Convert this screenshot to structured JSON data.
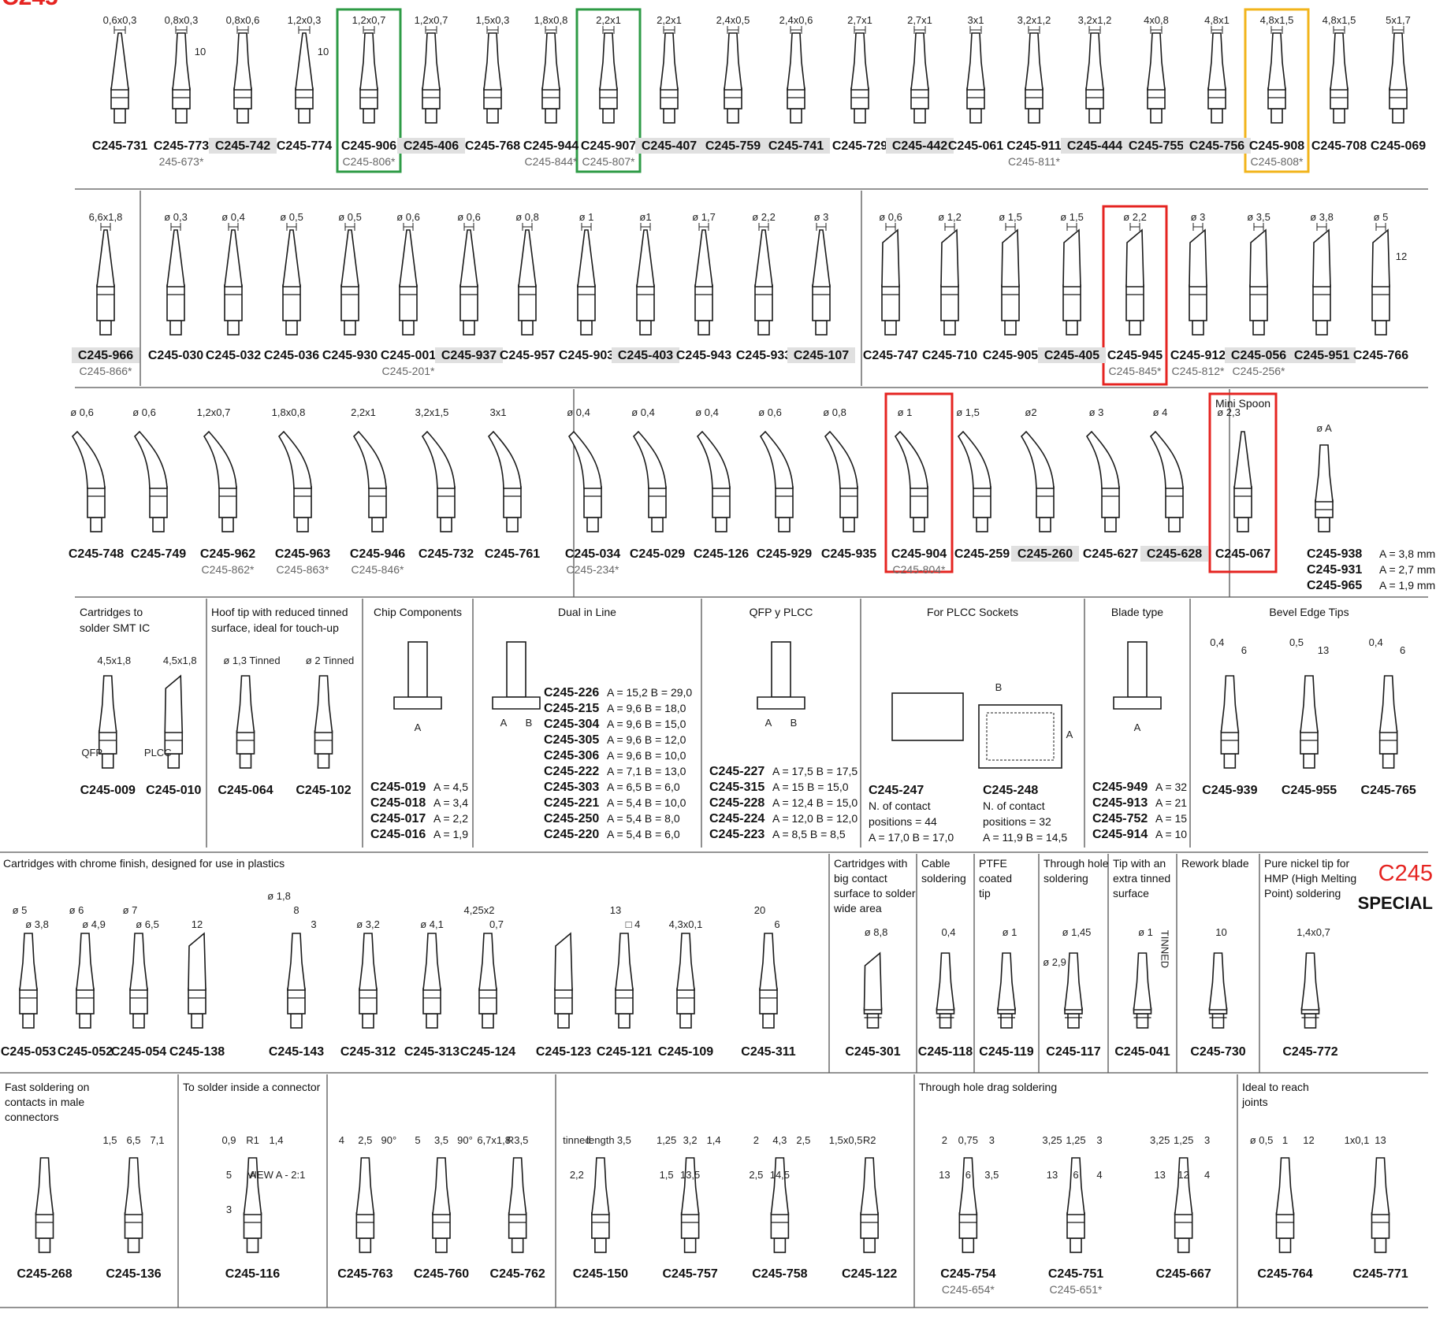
{
  "brand": {
    "code": "C245",
    "subtitle": "SPECIAL",
    "accent": "#e52421"
  },
  "colors": {
    "green_box": "#2e9b46",
    "red_box": "#e52421",
    "yellow_box": "#f2b41b",
    "code_highlight": "#e0e0e0"
  },
  "rows": [
    {
      "items": [
        {
          "code": "C245-731",
          "dim": "0,6x0,3"
        },
        {
          "code": "C245-773",
          "alt": "245-673*",
          "dim": "0,8x0,3",
          "side": "10"
        },
        {
          "code": "C245-742",
          "hl": true,
          "dim": "0,8x0,6"
        },
        {
          "code": "C245-774",
          "dim": "1,2x0,3",
          "side": "10"
        },
        {
          "code": "C245-906",
          "alt": "C245-806*",
          "dim": "1,2x0,7",
          "box": "green"
        },
        {
          "code": "C245-406",
          "hl": true,
          "dim": "1,2x0,7"
        },
        {
          "code": "C245-768",
          "dim": "1,5x0,3"
        },
        {
          "code": "C245-944",
          "alt": "C245-844*",
          "dim": "1,8x0,8"
        },
        {
          "code": "C245-907",
          "alt": "C245-807*",
          "dim": "2,2x1",
          "box": "green"
        },
        {
          "code": "C245-407",
          "hl": true,
          "dim": "2,2x1"
        },
        {
          "code": "C245-759",
          "hl": true,
          "dim": "2,4x0,5"
        },
        {
          "code": "C245-741",
          "hl": true,
          "dim": "2,4x0,6"
        },
        {
          "code": "C245-729",
          "dim": "2,7x1"
        },
        {
          "code": "C245-442",
          "hl": true,
          "dim": "2,7x1"
        },
        {
          "code": "C245-061",
          "dim": "3x1"
        },
        {
          "code": "C245-911",
          "alt": "C245-811*",
          "dim": "3,2x1,2"
        },
        {
          "code": "C245-444",
          "hl": true,
          "dim": "3,2x1,2"
        },
        {
          "code": "C245-755",
          "hl": true,
          "dim": "4x0,8"
        },
        {
          "code": "C245-756",
          "hl": true,
          "dim": "4,8x1"
        },
        {
          "code": "C245-908",
          "alt": "C245-808*",
          "dim": "4,8x1,5",
          "box": "yellow"
        },
        {
          "code": "C245-708",
          "dim": "4,8x1,5"
        },
        {
          "code": "C245-069",
          "dim": "5x1,7"
        }
      ]
    },
    {
      "items": [
        {
          "code": "C245-966",
          "alt": "C245-866*",
          "hl": true,
          "dim": "6,6x1,8"
        },
        {
          "code": "C245-030",
          "dim": "ø 0,3"
        },
        {
          "code": "C245-032",
          "dim": "ø 0,4"
        },
        {
          "code": "C245-036",
          "dim": "ø 0,5"
        },
        {
          "code": "C245-930",
          "dim": "ø 0,5"
        },
        {
          "code": "C245-001",
          "alt": "C245-201*",
          "dim": "ø 0,6"
        },
        {
          "code": "C245-937",
          "hl": true,
          "dim": "ø 0,6"
        },
        {
          "code": "C245-957",
          "dim": "ø 0,8"
        },
        {
          "code": "C245-903",
          "dim": "ø 1"
        },
        {
          "code": "C245-403",
          "hl": true,
          "dim": "ø1"
        },
        {
          "code": "C245-943",
          "dim": "ø 1,7"
        },
        {
          "code": "C245-933",
          "dim": "ø 2,2"
        },
        {
          "code": "C245-107",
          "hl": true,
          "dim": "ø 3"
        },
        {
          "code": "C245-747",
          "dim": "ø 0,6"
        },
        {
          "code": "C245-710",
          "dim": "ø 1,2"
        },
        {
          "code": "C245-905",
          "dim": "ø 1,5"
        },
        {
          "code": "C245-405",
          "hl": true,
          "dim": "ø 1,5"
        },
        {
          "code": "C245-945",
          "alt": "C245-845*",
          "dim": "ø 2,2",
          "box": "red"
        },
        {
          "code": "C245-912",
          "alt": "C245-812*",
          "dim": "ø 3"
        },
        {
          "code": "C245-056",
          "alt": "C245-256*",
          "hl": true,
          "dim": "ø 3,5"
        },
        {
          "code": "C245-951",
          "hl": true,
          "dim": "ø 3,8"
        },
        {
          "code": "C245-766",
          "dim": "ø 5",
          "side": "12"
        }
      ]
    },
    {
      "items": [
        {
          "code": "C245-748",
          "dim": "ø 0,6"
        },
        {
          "code": "C245-749",
          "dim": "ø 0,6"
        },
        {
          "code": "C245-962",
          "alt": "C245-862*",
          "dim": "1,2x0,7"
        },
        {
          "code": "C245-963",
          "alt": "C245-863*",
          "dim": "1,8x0,8"
        },
        {
          "code": "C245-946",
          "alt": "C245-846*",
          "dim": "2,2x1"
        },
        {
          "code": "C245-732",
          "dim": "3,2x1,5"
        },
        {
          "code": "C245-761",
          "dim": "3x1"
        },
        {
          "code": "C245-034",
          "alt": "C245-234*",
          "dim": "ø 0,4"
        },
        {
          "code": "C245-029",
          "dim": "ø 0,4"
        },
        {
          "code": "C245-126",
          "dim": "ø 0,4"
        },
        {
          "code": "C245-929",
          "dim": "ø 0,6"
        },
        {
          "code": "C245-935",
          "dim": "ø 0,8"
        },
        {
          "code": "C245-904",
          "alt": "C245-804*",
          "dim": "ø 1",
          "box": "red"
        },
        {
          "code": "C245-259",
          "dim": "ø 1,5"
        },
        {
          "code": "C245-260",
          "hl": true,
          "dim": "ø2"
        },
        {
          "code": "C245-627",
          "dim": "ø 3"
        },
        {
          "code": "C245-628",
          "hl": true,
          "dim": "ø 4"
        },
        {
          "code": "C245-067",
          "dim": "ø 2,3",
          "box": "red",
          "header": "Mini Spoon"
        }
      ]
    }
  ],
  "row3_sets": {
    "dim": "ø A",
    "lines": [
      {
        "code": "C245-938",
        "val": "A = 3,8 mm"
      },
      {
        "code": "C245-931",
        "val": "A = 2,7 mm"
      },
      {
        "code": "C245-965",
        "val": "A = 1,9 mm"
      }
    ]
  },
  "sections": [
    {
      "header": [
        "Cartridges to",
        "solder SMT IC"
      ],
      "items": [
        {
          "code": "C245-009",
          "dim": "4,5x1,8",
          "tag": "QFP"
        },
        {
          "code": "C245-010",
          "dim": "4,5x1,8",
          "tag": "PLCC"
        }
      ]
    },
    {
      "header": [
        "Hoof tip with reduced tinned",
        "surface, ideal for touch-up"
      ],
      "items": [
        {
          "code": "C245-064",
          "dim": "ø 1,3 Tinned"
        },
        {
          "code": "C245-102",
          "dim": "ø 2 Tinned"
        }
      ]
    },
    {
      "header": [
        "Chip Components"
      ],
      "label": "A",
      "lines": [
        {
          "code": "C245-019",
          "val": "A = 4,5"
        },
        {
          "code": "C245-018",
          "val": "A = 3,4"
        },
        {
          "code": "C245-017",
          "val": "A = 2,2"
        },
        {
          "code": "C245-016",
          "val": "A = 1,9"
        }
      ]
    },
    {
      "header": [
        "Dual in Line"
      ],
      "labels": [
        "A",
        "B"
      ],
      "lines": [
        {
          "code": "C245-226",
          "val": "A = 15,2 B = 29,0"
        },
        {
          "code": "C245-215",
          "val": "A = 9,6  B = 18,0"
        },
        {
          "code": "C245-304",
          "val": "A = 9,6  B = 15,0"
        },
        {
          "code": "C245-305",
          "val": "A = 9,6  B = 12,0"
        },
        {
          "code": "C245-306",
          "val": "A = 9,6  B = 10,0"
        },
        {
          "code": "C245-222",
          "val": "A = 7,1  B = 13,0"
        },
        {
          "code": "C245-303",
          "val": "A = 6,5  B = 6,0"
        },
        {
          "code": "C245-221",
          "val": "A = 5,4  B = 10,0"
        },
        {
          "code": "C245-250",
          "val": "A = 5,4  B = 8,0"
        },
        {
          "code": "C245-220",
          "val": "A = 5,4  B = 6,0"
        }
      ]
    },
    {
      "header": [
        "QFP y PLCC"
      ],
      "labels": [
        "A",
        "B"
      ],
      "lines": [
        {
          "code": "C245-227",
          "val": "A = 17,5 B = 17,5"
        },
        {
          "code": "C245-315",
          "val": "A = 15    B = 15,0"
        },
        {
          "code": "C245-228",
          "val": "A = 12,4 B = 15,0"
        },
        {
          "code": "C245-224",
          "val": "A = 12,0 B = 12,0"
        },
        {
          "code": "C245-223",
          "val": "A = 8,5   B = 8,5"
        }
      ]
    },
    {
      "header": [
        "For PLCC Sockets"
      ],
      "labels": [
        "B",
        "A"
      ],
      "blocks": [
        {
          "code": "C245-247",
          "lines": [
            "N. of contact",
            "positions = 44",
            "A = 17,0   B = 17,0"
          ]
        },
        {
          "code": "C245-248",
          "lines": [
            "N. of contact",
            "positions = 32",
            "A = 11,9  B = 14,5"
          ]
        }
      ]
    },
    {
      "header": [
        "Blade type"
      ],
      "label": "A",
      "lines": [
        {
          "code": "C245-949",
          "val": "A = 32"
        },
        {
          "code": "C245-913",
          "val": "A = 21"
        },
        {
          "code": "C245-752",
          "val": "A = 15"
        },
        {
          "code": "C245-914",
          "val": "A = 10"
        }
      ]
    },
    {
      "header": [
        "Bevel Edge Tips"
      ],
      "items": [
        {
          "code": "C245-939",
          "dims": [
            "0,4",
            "6"
          ]
        },
        {
          "code": "C245-955",
          "dims": [
            "0,5",
            "13"
          ]
        },
        {
          "code": "C245-765",
          "dims": [
            "0,4",
            "6"
          ]
        }
      ]
    }
  ],
  "chrome": {
    "header": "Cartridges with chrome finish, designed for use in plastics",
    "items": [
      {
        "code": "C245-053",
        "dims": [
          "ø 5",
          "ø 3,8"
        ]
      },
      {
        "code": "C245-052",
        "dims": [
          "ø 6",
          "ø 4,9"
        ]
      },
      {
        "code": "C245-054",
        "dims": [
          "ø 7",
          "ø 6,5"
        ]
      },
      {
        "code": "C245-138",
        "dims": [
          "12"
        ]
      },
      {
        "code": "C245-143",
        "dims": [
          "ø 1,8",
          "8",
          "3"
        ]
      },
      {
        "code": "C245-312",
        "dims": [
          "ø 3,2"
        ]
      },
      {
        "code": "C245-313",
        "dims": [
          "ø 4,1"
        ]
      },
      {
        "code": "C245-124",
        "dims": [
          "4,25x2",
          "0,7"
        ]
      },
      {
        "code": "C245-123",
        "dims": []
      },
      {
        "code": "C245-121",
        "dims": [
          "13",
          "□ 4"
        ]
      },
      {
        "code": "C245-109",
        "dims": [
          "4,3x0,1"
        ]
      },
      {
        "code": "C245-311",
        "dims": [
          "20",
          "6"
        ]
      }
    ]
  },
  "special": [
    {
      "header": [
        "Cartridges with",
        "big contact",
        "surface to solder",
        "wide area"
      ],
      "code": "C245-301",
      "dims": [
        "ø 8,8"
      ]
    },
    {
      "header": [
        "Cable",
        "soldering"
      ],
      "code": "C245-118",
      "dims": [
        "0,4"
      ]
    },
    {
      "header": [
        "PTFE",
        "coated",
        "tip"
      ],
      "code": "C245-119",
      "dims": [
        "ø 1"
      ]
    },
    {
      "header": [
        "Through hole",
        "soldering"
      ],
      "code": "C245-117",
      "dims": [
        "ø 1,45",
        "ø 2,9"
      ]
    },
    {
      "header": [
        "Tip with an",
        "extra tinned",
        "surface"
      ],
      "code": "C245-041",
      "dims": [
        "ø 1",
        "TINNED"
      ]
    },
    {
      "header": [
        "Rework blade"
      ],
      "code": "C245-730",
      "dims": [
        "10"
      ]
    },
    {
      "header": [
        "Pure nickel tip for",
        "HMP (High Melting",
        "Point) soldering"
      ],
      "code": "C245-772",
      "dims": [
        "1,4x0,7"
      ]
    }
  ],
  "bottom": [
    {
      "header": [
        "Fast soldering on",
        "contacts in male",
        "connectors"
      ],
      "items": [
        {
          "code": "C245-268",
          "dims": []
        },
        {
          "code": "C245-136",
          "dims": [
            "1,5",
            "6,5",
            "7,1"
          ]
        }
      ]
    },
    {
      "header": [
        "To solder inside a connector"
      ],
      "items": [
        {
          "code": "C245-116",
          "dims": [
            "0,9",
            "R1",
            "1,4",
            "5",
            "A",
            "VIEW A - 2:1",
            "3"
          ]
        }
      ]
    },
    {
      "header": [],
      "items": [
        {
          "code": "C245-763",
          "dims": [
            "4",
            "2,5",
            "90°"
          ]
        },
        {
          "code": "C245-760",
          "dims": [
            "5",
            "3,5",
            "90°"
          ]
        },
        {
          "code": "C245-762",
          "dims": [
            "6,7x1,8",
            "R3,5"
          ]
        }
      ]
    },
    {
      "header": [],
      "items": [
        {
          "code": "C245-150",
          "dims": [
            "tinned",
            "length",
            "3,5",
            "2,2"
          ]
        },
        {
          "code": "C245-757",
          "dims": [
            "1,25",
            "3,2",
            "1,4",
            "1,5",
            "13,5"
          ]
        },
        {
          "code": "C245-758",
          "dims": [
            "2",
            "4,3",
            "2,5",
            "2,5",
            "14,5"
          ]
        },
        {
          "code": "C245-122",
          "dims": [
            "1,5x0,5",
            "R2"
          ]
        }
      ]
    },
    {
      "header": [
        "Through hole drag soldering"
      ],
      "items": [
        {
          "code": "C245-754",
          "alt": "C245-654*",
          "dims": [
            "2",
            "0,75",
            "3",
            "13",
            "6",
            "3,5"
          ]
        },
        {
          "code": "C245-751",
          "alt": "C245-651*",
          "dims": [
            "3,25",
            "1,25",
            "3",
            "13",
            "6",
            "4"
          ]
        },
        {
          "code": "C245-667",
          "dims": [
            "3,25",
            "1,25",
            "3",
            "13",
            "12",
            "4"
          ]
        }
      ]
    },
    {
      "header": [
        "Ideal to reach",
        "joints"
      ],
      "items": [
        {
          "code": "C245-764",
          "dims": [
            "ø 0,5",
            "1",
            "12"
          ]
        },
        {
          "code": "C245-771",
          "dims": [
            "1x0,1",
            "13"
          ]
        }
      ]
    }
  ]
}
